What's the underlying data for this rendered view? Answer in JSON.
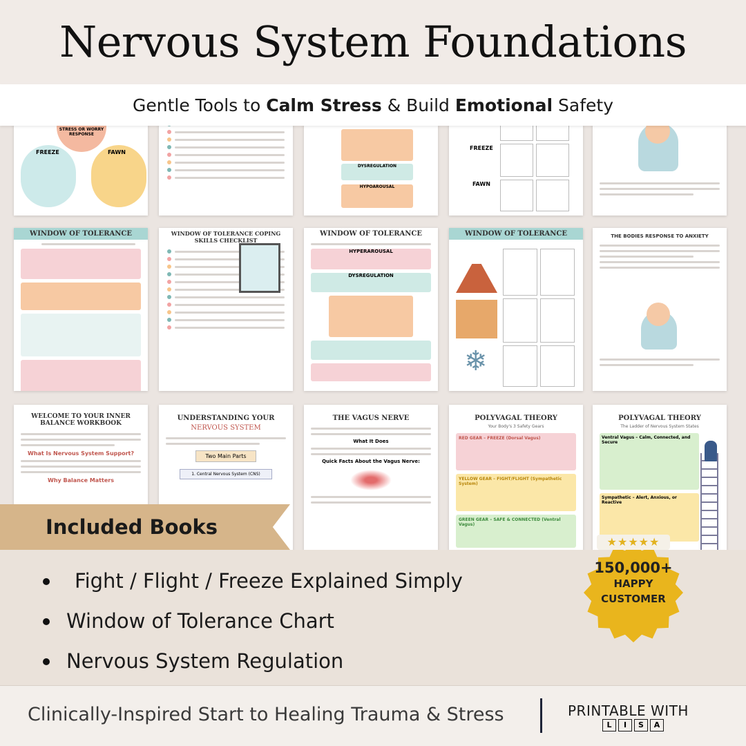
{
  "header": {
    "title": "Nervous System Foundations",
    "subtitle": {
      "p1": "Gentle Tools to ",
      "b1": "Calm Stress",
      "p2": " & Build ",
      "b2": "Emotional",
      "p3": " Safety"
    }
  },
  "preview_pages": {
    "freeze": "FREEZE",
    "fawn": "FAWN",
    "stress_worry": "STRESS OR WORRY RESPONSE",
    "wot": "WINDOW OF TOLERANCE",
    "wot_coping": "WINDOW OF TOLERANCE COPING SKILLS CHECKLIST",
    "anxiety": "THE BODIES RESPONSE TO ANXIETY",
    "welcome": "WELCOME TO YOUR INNER BALANCE WORKBOOK",
    "what_support": "What Is Nervous System Support?",
    "why_balance": "Why Balance Matters",
    "understanding": "UNDERSTANDING YOUR",
    "nervous_system": "NERVOUS SYSTEM",
    "two_parts": "Two Main Parts",
    "cns": "1. Central Nervous System (CNS)",
    "vagus": "THE VAGUS NERVE",
    "what_it_does": "What It Does",
    "quick_facts": "Quick Facts About the Vagus Nerve:",
    "polyvagal": "POLYVAGAL THEORY",
    "safety_gears": "Your Body's 3 Safety Gears",
    "red_gear": "RED GEAR – FREEZE (Dorsal Vagus)",
    "yellow_gear": "YELLOW GEAR – FIGHT/FLIGHT (Sympathetic System)",
    "green_gear": "GREEN GEAR – SAFE & CONNECTED (Ventral Vagus)",
    "ladder": "The Ladder of Nervous System States",
    "ventral": "Ventral Vagus – Calm, Connected, and Secure",
    "sympathetic": "Sympathetic – Alert, Anxious, or Reactive",
    "dysregulation": "DYSREGULATION",
    "hyperarousal": "HYPERAROUSAL",
    "hypoarousal": "HYPOAROUSAL"
  },
  "included": {
    "label": "Included Books",
    "items": [
      "Fight / Flight / Freeze Explained Simply",
      "Window of Tolerance Chart",
      "Nervous System Regulation"
    ]
  },
  "badge": {
    "stars": "★★★★★",
    "number": "150,000+",
    "line1": "HAPPY",
    "line2": "CUSTOMER"
  },
  "footer": {
    "tagline": "Clinically-Inspired Start to Healing Trauma & Stress",
    "brand_top": "PRINTABLE WITH",
    "brand_letters": [
      "L",
      "I",
      "S",
      "A"
    ]
  },
  "colors": {
    "teal": "#a9d6d3",
    "peach": "#f7c9a3",
    "pink": "#f6d2d6",
    "gold": "#e9b51d",
    "ribbon": "#d6b58a"
  }
}
